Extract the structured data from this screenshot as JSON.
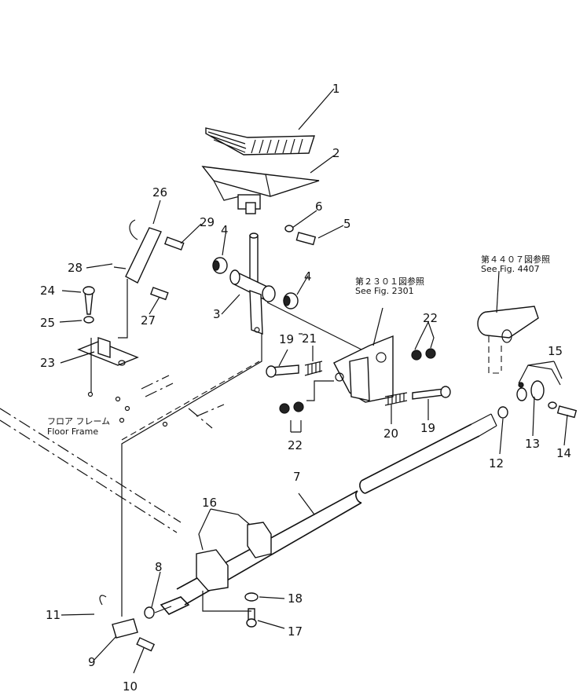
{
  "parts": {
    "p1": "1",
    "p2": "2",
    "p3": "3",
    "p4a": "4",
    "p4b": "4",
    "p5": "5",
    "p6": "6",
    "p7": "7",
    "p8": "8",
    "p9": "9",
    "p10": "10",
    "p11": "11",
    "p12": "12",
    "p13": "13",
    "p14": "14",
    "p15": "15",
    "p16": "16",
    "p17": "17",
    "p18": "18",
    "p19a": "19",
    "p19b": "19",
    "p20": "20",
    "p21": "21",
    "p22a": "22",
    "p22b": "22",
    "p23": "23",
    "p24": "24",
    "p25": "25",
    "p26": "26",
    "p27": "27",
    "p28": "28",
    "p29": "29"
  },
  "notes": {
    "ref2301_jp": "第２３０１図参照",
    "ref2301_en": "See Fig. 2301",
    "ref4407_jp": "第４４０７図参照",
    "ref4407_en": "See Fig. 4407",
    "floor_jp": "フロア フレーム",
    "floor_en": "Floor Frame"
  }
}
